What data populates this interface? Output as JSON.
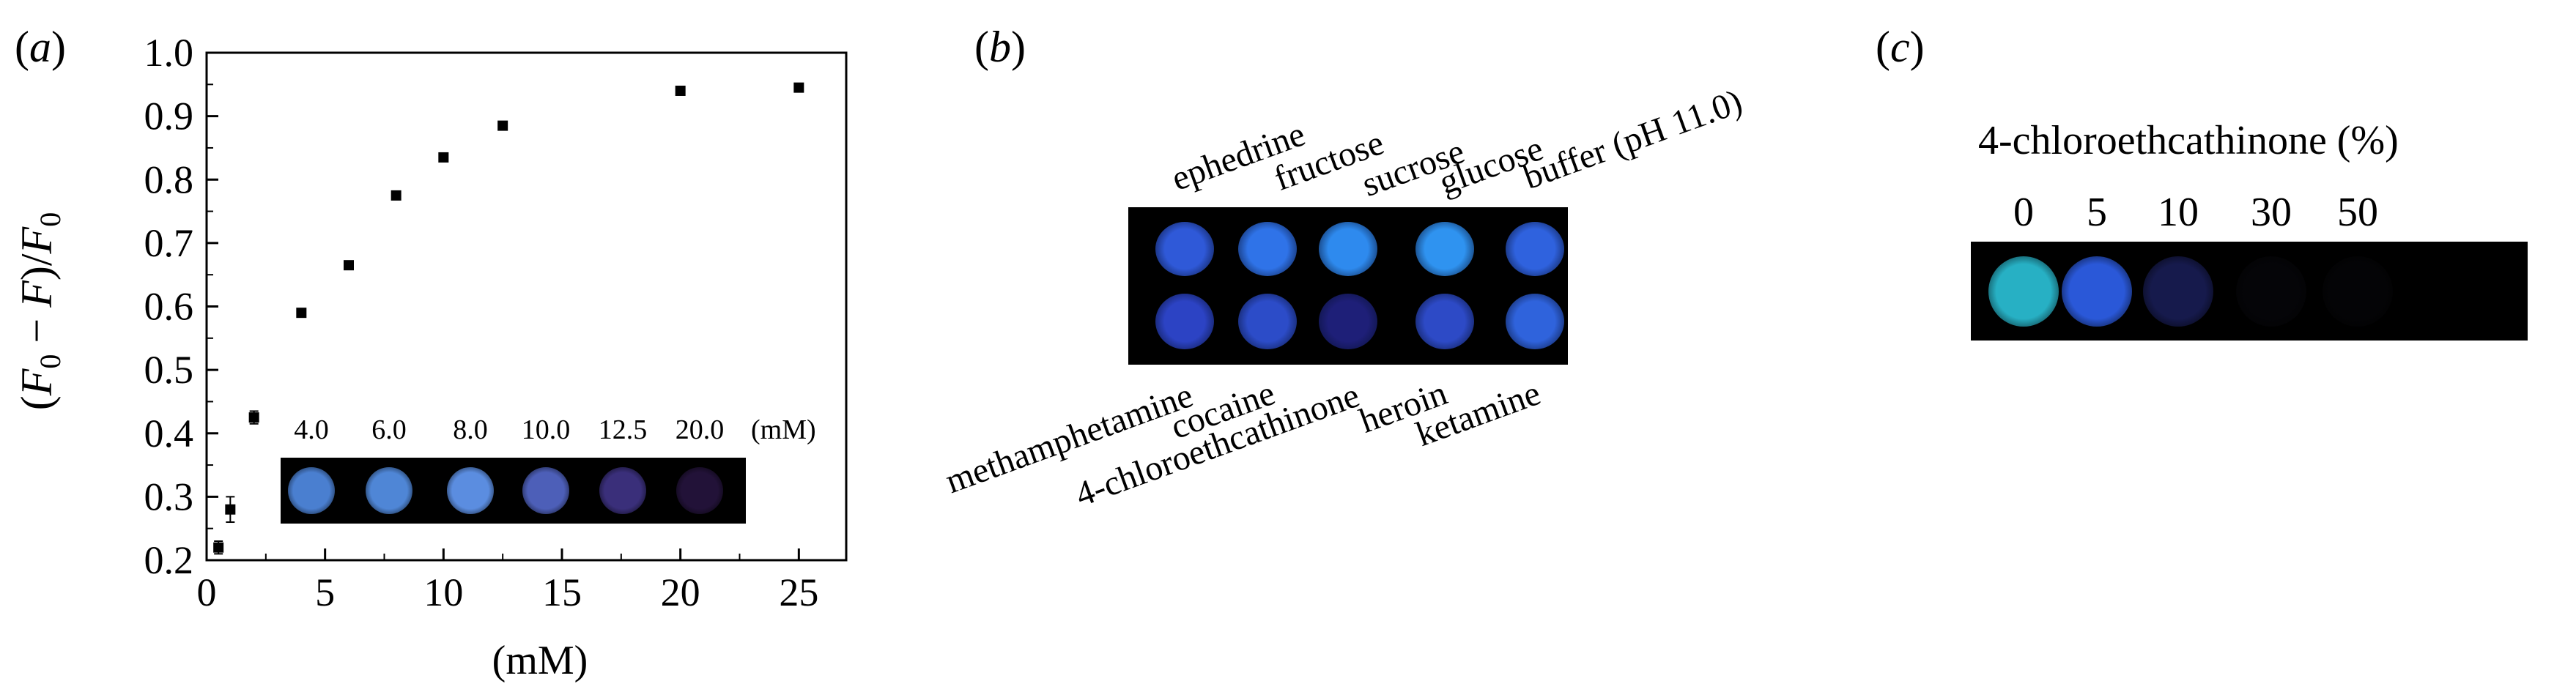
{
  "panels": {
    "a": {
      "label": "(a)",
      "letter": "a"
    },
    "b": {
      "label": "(b)",
      "letter": "b"
    },
    "c": {
      "label": "(c)",
      "letter": "c"
    }
  },
  "chart_data": [
    {
      "type": "scatter",
      "panel": "(a)",
      "xlabel": "(mM)",
      "ylabel": "(F0 − F)/F0",
      "xlim": [
        0,
        27
      ],
      "ylim": [
        0.2,
        1.0
      ],
      "xticks": [
        "0",
        "5",
        "10",
        "15",
        "20",
        "25"
      ],
      "yticks": [
        "0.2",
        "0.3",
        "0.4",
        "0.5",
        "0.6",
        "0.7",
        "0.8",
        "0.9",
        "1.0"
      ],
      "grid": false,
      "x": [
        0.5,
        1.0,
        2.0,
        4.0,
        6.0,
        8.0,
        10.0,
        12.5,
        20.0,
        25.0
      ],
      "y": [
        0.22,
        0.28,
        0.425,
        0.59,
        0.665,
        0.775,
        0.835,
        0.885,
        0.94,
        0.945
      ],
      "error": [
        0.01,
        0.02,
        0.01,
        0.0,
        0.0,
        0.0,
        0.0,
        0.0,
        0.0,
        0.0
      ],
      "inset": {
        "labels": [
          "4.0",
          "6.0",
          "8.0",
          "10.0",
          "12.5",
          "20.0"
        ],
        "unit": "(mM)",
        "well_colors": [
          "#4a7fd0",
          "#4f86d6",
          "#5b8de0",
          "#4d5fb8",
          "#3a2f7a",
          "#221238"
        ]
      }
    }
  ],
  "panel_b": {
    "top_labels": [
      "ephedrine",
      "fructose",
      "sucrose",
      "glucose",
      "buffer (pH 11.0)"
    ],
    "bottom_labels": [
      "methamphetamine",
      "cocaine",
      "4-chloroethcathinone",
      "heroin",
      "ketamine"
    ],
    "top_row_colors": [
      "#2f59d8",
      "#2f73e8",
      "#2e8aee",
      "#2f93f0",
      "#2f62de"
    ],
    "bottom_row_colors": [
      "#2c43c4",
      "#2c4cc8",
      "#1e1f78",
      "#2d4ac6",
      "#2f63dc"
    ]
  },
  "panel_c": {
    "title": "4-chloroethcathinone (%)",
    "labels": [
      "0",
      "5",
      "10",
      "30",
      "50"
    ],
    "well_colors": [
      "#27b0c4",
      "#2a58d8",
      "#161a4c",
      "#050508",
      "#040406"
    ]
  }
}
